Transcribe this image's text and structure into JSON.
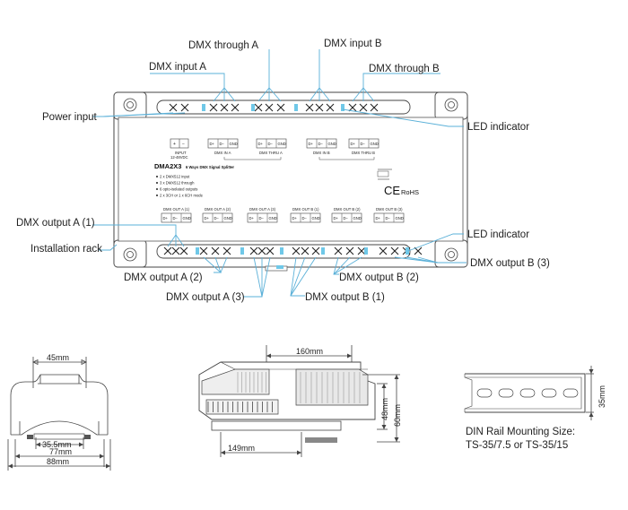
{
  "callouts": {
    "dmx_through_a_top": "DMX through A",
    "dmx_input_b": "DMX input B",
    "dmx_input_a": "DMX input A",
    "dmx_through_b_top": "DMX through B",
    "power_input": "Power input",
    "led_indicator_top": "LED indicator",
    "dmx_output_a1": "DMX output A (1)",
    "installation_rack": "Installation rack",
    "led_indicator_bottom": "LED indicator",
    "dmx_output_b3": "DMX output B (3)",
    "dmx_output_a2": "DMX output A (2)",
    "dmx_output_b2": "DMX output B (2)",
    "dmx_output_a3": "DMX output A (3)",
    "dmx_output_b1": "DMX output B (1)"
  },
  "panel": {
    "model": "DMA2X3",
    "subtitle": "6 Ways DMX Signal Splitter",
    "features": [
      "2 x DMX512 input",
      "3 x DMX512 through",
      "6 opto-isolated outputs",
      "2 x 3CH or 1 x 6CH mode"
    ],
    "input_label": "INPUT",
    "input_voltage": "12-48VDC",
    "plus": "+",
    "minus": "−",
    "top_groups": [
      "DMX IN A",
      "DMX THRU A",
      "DMX IN B",
      "DMX THRU B"
    ],
    "bottom_groups": [
      "DMX OUT A (1)",
      "DMX OUT A (2)",
      "DMX OUT A (3)",
      "DMX OUT B (1)",
      "DMX OUT B (2)",
      "DMX OUT B (3)"
    ],
    "pins": [
      "D+",
      "D−",
      "GND"
    ],
    "ce": "CE",
    "rohs": "RoHS"
  },
  "dimensions": {
    "w45": "45mm",
    "w35_5": "35.5mm",
    "w77": "77mm",
    "w88": "88mm",
    "w160": "160mm",
    "w149": "149mm",
    "h48": "48mm",
    "h60": "60mm",
    "h35": "35mm"
  },
  "din_rail": {
    "line1": "DIN Rail Mounting Size:",
    "line2": "TS-35/7.5 or TS-35/15"
  }
}
